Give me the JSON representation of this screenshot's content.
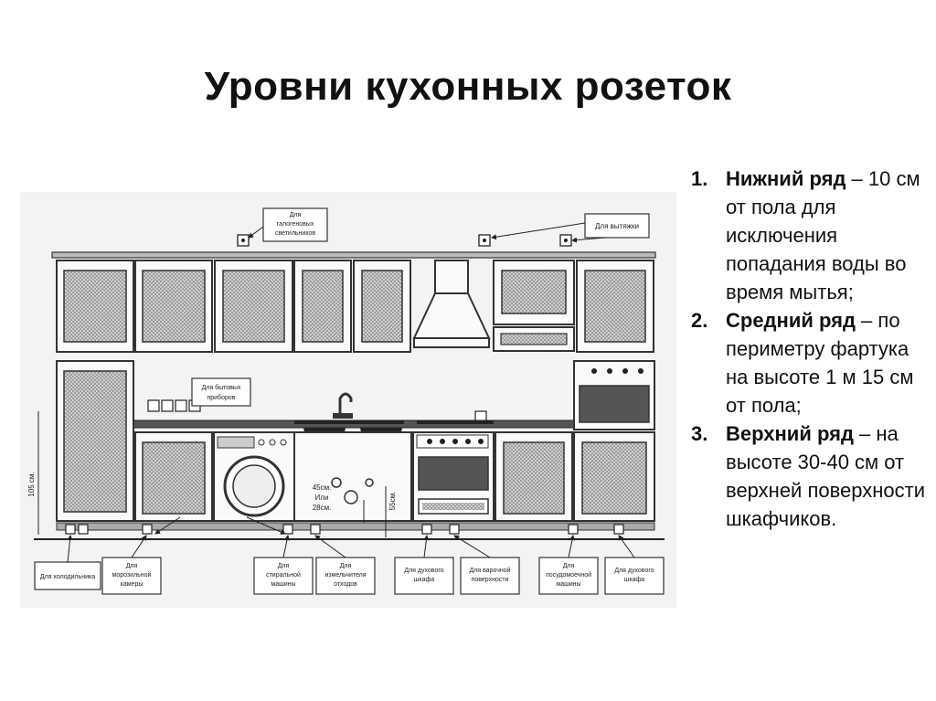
{
  "title": "Уровни кухонных розеток",
  "list": [
    {
      "num": "1.",
      "head": "Нижний ряд",
      "dash": " – ",
      "text": "10 см от пола для исключения попадания воды во время мытья;"
    },
    {
      "num": "2.",
      "head": "Средний ряд",
      "dash": " – ",
      "text": "по периметру фартука на высоте 1 м 15 см от пола;"
    },
    {
      "num": "3.",
      "head": "Верхний ряд",
      "dash": " – ",
      "text": "на высоте 30-40 см от верхней поверхности шкафчиков."
    }
  ],
  "diagram": {
    "labels": {
      "halogen": [
        "Для",
        "галогеновых",
        "светильников"
      ],
      "hood": [
        "Для вытяжки"
      ],
      "appliances": [
        "Для бытовых",
        "приборов"
      ],
      "fridge": [
        "Для холодильника"
      ],
      "freezer": [
        "Для",
        "морозильной",
        "камеры"
      ],
      "washer": [
        "Для",
        "стиральной",
        "машины"
      ],
      "disposer": [
        "Для",
        "измельчителя",
        "отходов"
      ],
      "oven": [
        "Для духового",
        "шкафа"
      ],
      "hob": [
        "Для варочной",
        "поверхности"
      ],
      "dishwasher": [
        "Для",
        "посудомоечной",
        "машины"
      ],
      "oven2": [
        "Для духового",
        "шкафа"
      ]
    },
    "dims": {
      "h105": "105 см.",
      "h55": "55см.",
      "d45": "45см.",
      "or": "Или",
      "d28": "28см."
    }
  }
}
